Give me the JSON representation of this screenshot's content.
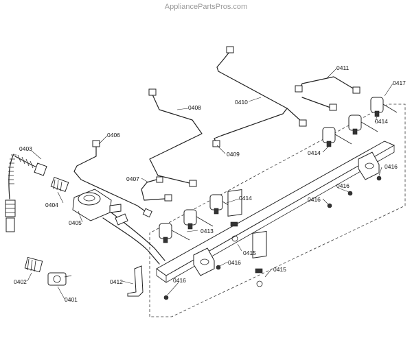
{
  "header": {
    "watermark": "AppliancePartsPros.com"
  },
  "callouts": [
    {
      "id": "c0403",
      "text": "0403"
    },
    {
      "id": "c0404",
      "text": "0404"
    },
    {
      "id": "c0405",
      "text": "0405"
    },
    {
      "id": "c0402",
      "text": "0402"
    },
    {
      "id": "c0401",
      "text": "0401"
    },
    {
      "id": "c0406",
      "text": "0406"
    },
    {
      "id": "c0407",
      "text": "0407"
    },
    {
      "id": "c0408",
      "text": "0408"
    },
    {
      "id": "c0409",
      "text": "0409"
    },
    {
      "id": "c0410",
      "text": "0410"
    },
    {
      "id": "c0411",
      "text": "0411"
    },
    {
      "id": "c0417",
      "text": "0417"
    },
    {
      "id": "c0414a",
      "text": "0414"
    },
    {
      "id": "c0414b",
      "text": "0414"
    },
    {
      "id": "c0414c",
      "text": "0414"
    },
    {
      "id": "c0413",
      "text": "0413"
    },
    {
      "id": "c0415a",
      "text": "0415"
    },
    {
      "id": "c0415b",
      "text": "0415"
    },
    {
      "id": "c0416a",
      "text": "0416"
    },
    {
      "id": "c0416b",
      "text": "0416"
    },
    {
      "id": "c0416c",
      "text": "0416"
    },
    {
      "id": "c0416d",
      "text": "0416"
    },
    {
      "id": "c0416e",
      "text": "0416"
    },
    {
      "id": "c0412",
      "text": "0412"
    }
  ]
}
